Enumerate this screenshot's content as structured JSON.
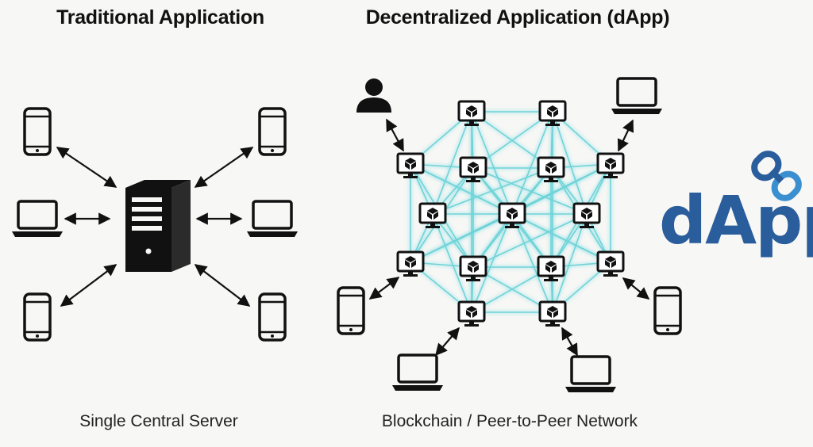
{
  "left": {
    "title": "Traditional Application",
    "caption": "Single Central Server",
    "server_icon": "server-tower-icon",
    "client_icons": [
      "phone-icon",
      "laptop-icon",
      "phone-icon",
      "phone-icon",
      "laptop-icon",
      "phone-icon"
    ]
  },
  "right": {
    "title": "Decentralized Application (dApp)",
    "caption": "Blockchain / Peer-to-Peer Network",
    "node_icon": "monitor-block-icon",
    "client_icons": [
      "user-icon",
      "laptop-icon",
      "phone-icon",
      "phone-icon",
      "laptop-icon",
      "laptop-icon"
    ]
  },
  "brand": {
    "text": "dApp",
    "icon": "chain-link-icon"
  },
  "colors": {
    "background": "#f7f7f5",
    "ink": "#111111",
    "mesh": "#8fe0e4",
    "brand_blue": "#2a5d9c",
    "brand_light": "#3a8fd0"
  }
}
